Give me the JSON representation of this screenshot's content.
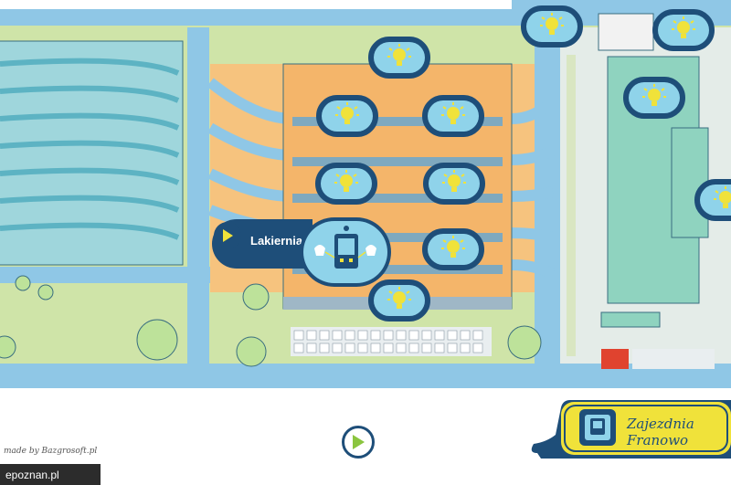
{
  "map": {
    "station_label": "Lakiernia",
    "markers": [
      {
        "id": "m1",
        "icon": "lightbulb-icon"
      },
      {
        "id": "m2",
        "icon": "lightbulb-icon"
      },
      {
        "id": "m3",
        "icon": "lightbulb-icon"
      },
      {
        "id": "m4",
        "icon": "lightbulb-icon"
      },
      {
        "id": "m5",
        "icon": "lightbulb-icon"
      },
      {
        "id": "m6",
        "icon": "lightbulb-icon"
      },
      {
        "id": "m7",
        "icon": "lightbulb-icon"
      },
      {
        "id": "m8",
        "icon": "lightbulb-icon"
      },
      {
        "id": "m9",
        "icon": "lightbulb-icon"
      },
      {
        "id": "m10",
        "icon": "lightbulb-icon"
      },
      {
        "id": "m11",
        "icon": "lightbulb-icon"
      },
      {
        "id": "m12",
        "icon": "lightbulb-icon"
      }
    ]
  },
  "footer": {
    "made_by": "made by Bazgrosoft.pl",
    "depot_title_line1": "Zajezdnia",
    "depot_title_line2": "Franowo",
    "watermark": "epoznan.pl"
  },
  "colors": {
    "navy": "#1e4e79",
    "light_blue": "#8fd3ea",
    "yellow": "#f0e23a",
    "road": "#8fc7e6",
    "grass": "#cfe4a8",
    "orange": "#f6c37e"
  }
}
